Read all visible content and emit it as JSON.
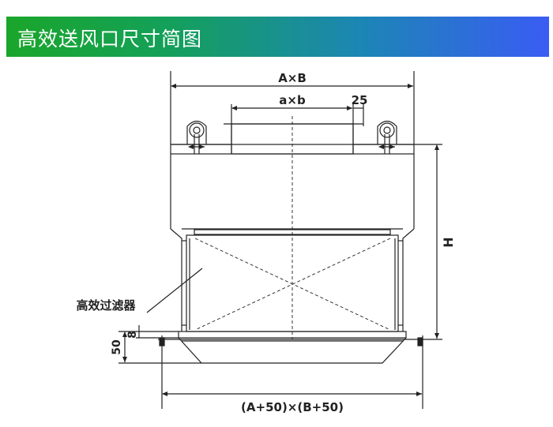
{
  "header": {
    "title": "高效送风口尺寸简图"
  },
  "dimensions": {
    "outer": "A×B",
    "inner": "a×b",
    "offset": "25",
    "height": "H",
    "bottom_total": "50",
    "bottom_part": "8",
    "base": "(A+50)×(B+50)"
  },
  "callout": {
    "filter": "高效过滤器"
  },
  "colors": {
    "banner_start": "#1aa62a",
    "banner_end": "#3a5cf4",
    "line": "#222222"
  }
}
